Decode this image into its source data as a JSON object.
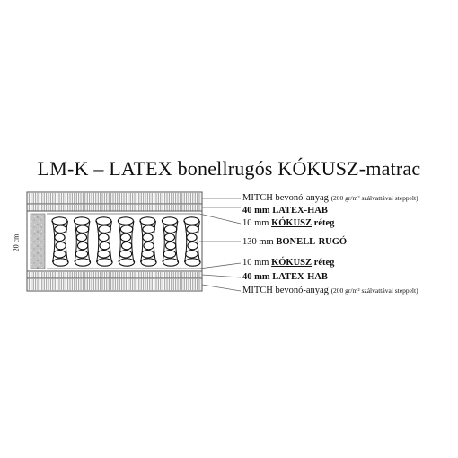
{
  "title": "LM-K – LATEX bonellrugós KÓKUSZ-matrac",
  "height_label": "20 cm",
  "layers": [
    {
      "pre": "MITCH bevonó-anyag ",
      "sub": "(200 gr/m² szálvattával steppelt)",
      "bold": "",
      "post": "",
      "underline": ""
    },
    {
      "pre": "",
      "sub": "",
      "bold": "40 mm LATEX-HAB",
      "post": "",
      "underline": ""
    },
    {
      "pre": "10 mm ",
      "sub": "",
      "bold": "",
      "post": " réteg",
      "underline": "KÓKUSZ"
    },
    {
      "pre": "130 mm ",
      "sub": "",
      "bold": "BONELL-RUGÓ",
      "post": "",
      "underline": ""
    },
    {
      "pre": "10 mm ",
      "sub": "",
      "bold": "",
      "post": " réteg",
      "underline": "KÓKUSZ"
    },
    {
      "pre": "",
      "sub": "",
      "bold": "40 mm LATEX-HAB",
      "post": "",
      "underline": ""
    },
    {
      "pre": "MITCH bevonó-anyag ",
      "sub": "(200 gr/m² szálvattával steppelt)",
      "bold": "",
      "post": "",
      "underline": ""
    }
  ],
  "colors": {
    "line": "#555555",
    "coir": "#bdbdbd",
    "hatch": "#888888"
  }
}
